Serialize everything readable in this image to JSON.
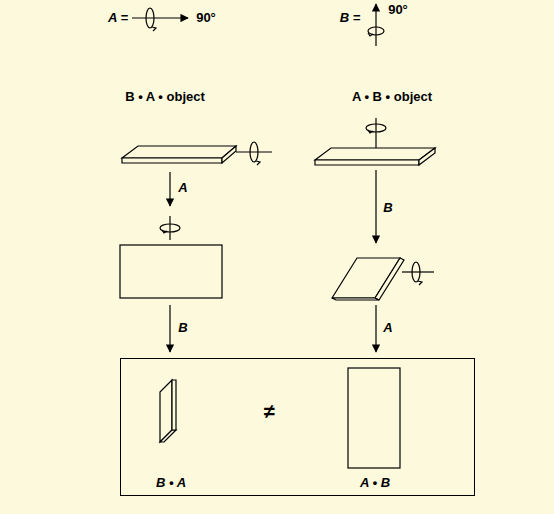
{
  "diagram": {
    "nodes": [
      {
        "text": [
          "≠",
          "B • A",
          "A • B"
        ]
      }
    ],
    "edges": [],
    "labels": [
      "A =",
      "90°",
      "B =",
      "90°",
      "B • A • object",
      "A • B • object",
      "A",
      "B",
      "B",
      "A"
    ]
  }
}
